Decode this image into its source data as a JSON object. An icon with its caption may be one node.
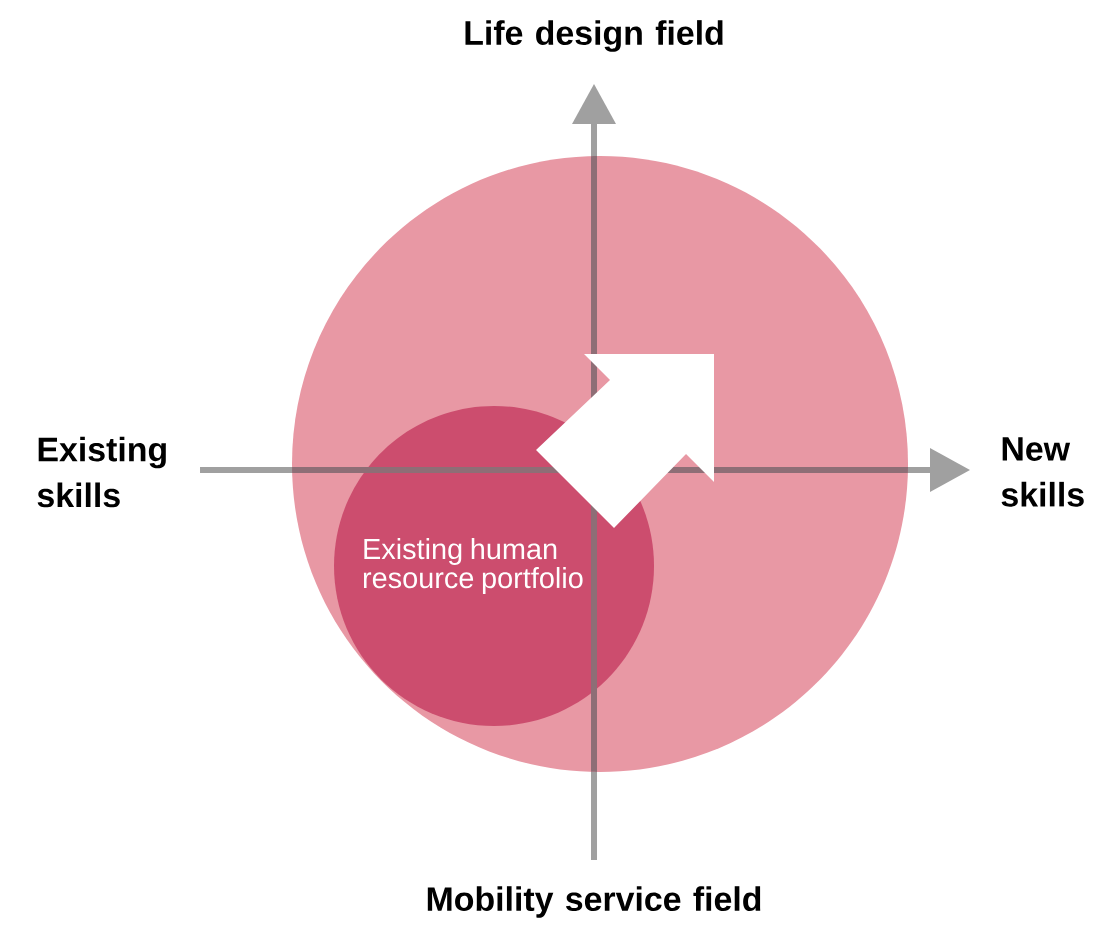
{
  "diagram": {
    "nodes": [
      {
        "text": [],
        "shape": "circle"
      },
      {
        "text": [
          "Existing human resource portfolio"
        ],
        "in": 0
      }
    ],
    "edges": [],
    "labels": [
      "Life design field",
      "Existing skills",
      "New skills",
      "Mobility service field"
    ]
  }
}
